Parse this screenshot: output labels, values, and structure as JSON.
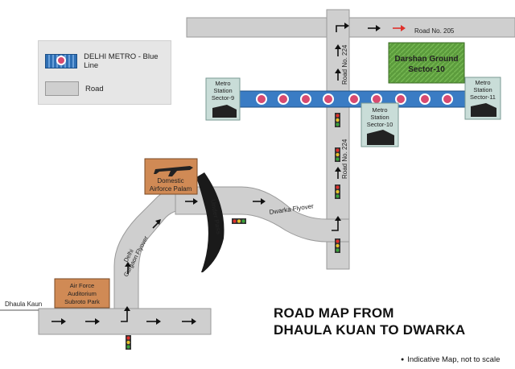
{
  "legend": {
    "metro_label": "DELHI METRO - Blue Line",
    "road_label": "Road"
  },
  "title": {
    "line1": "ROAD MAP FROM",
    "line2": "DHAULA KUAN TO DWARKA"
  },
  "note": "Indicative Map, not to scale",
  "places": {
    "dhaula_kaun": "Dhaula Kaun",
    "air_force_auditorium": [
      "Air Force",
      "Auditorium",
      "Subroto Park"
    ],
    "domestic_airforce": [
      "Domestic",
      "Airforce Palam"
    ],
    "darshan_ground": [
      "Darshan Ground",
      "Sector-10"
    ],
    "metro_sector9": [
      "Metro",
      "Station",
      "Sector-9"
    ],
    "metro_sector10": [
      "Metro",
      "Station",
      "Sector-10"
    ],
    "metro_sector11": [
      "Metro",
      "Station",
      "Sector-11"
    ]
  },
  "roads": {
    "under_pass": "Under Pass",
    "dwarka_flyover": "Dwarka Flyover",
    "delhi_gurgaon_flyover": [
      "Delhi",
      "Gurgaon Flyover"
    ],
    "road_224_upper": "Road No. 224",
    "road_224_lower": "Road No. 224",
    "road_205": "Road No. 205"
  },
  "colors": {
    "road": "#cfcfcf",
    "road_edge": "#9a9a9a",
    "metro": "#3a7cc4",
    "station_box": "#c9ddd8",
    "landmark_box": "#d08a55",
    "ground_green": "#5a9a3c",
    "arrow": "#111111",
    "arrow_red": "#e0302a",
    "underpass": "#1a1a1a"
  }
}
